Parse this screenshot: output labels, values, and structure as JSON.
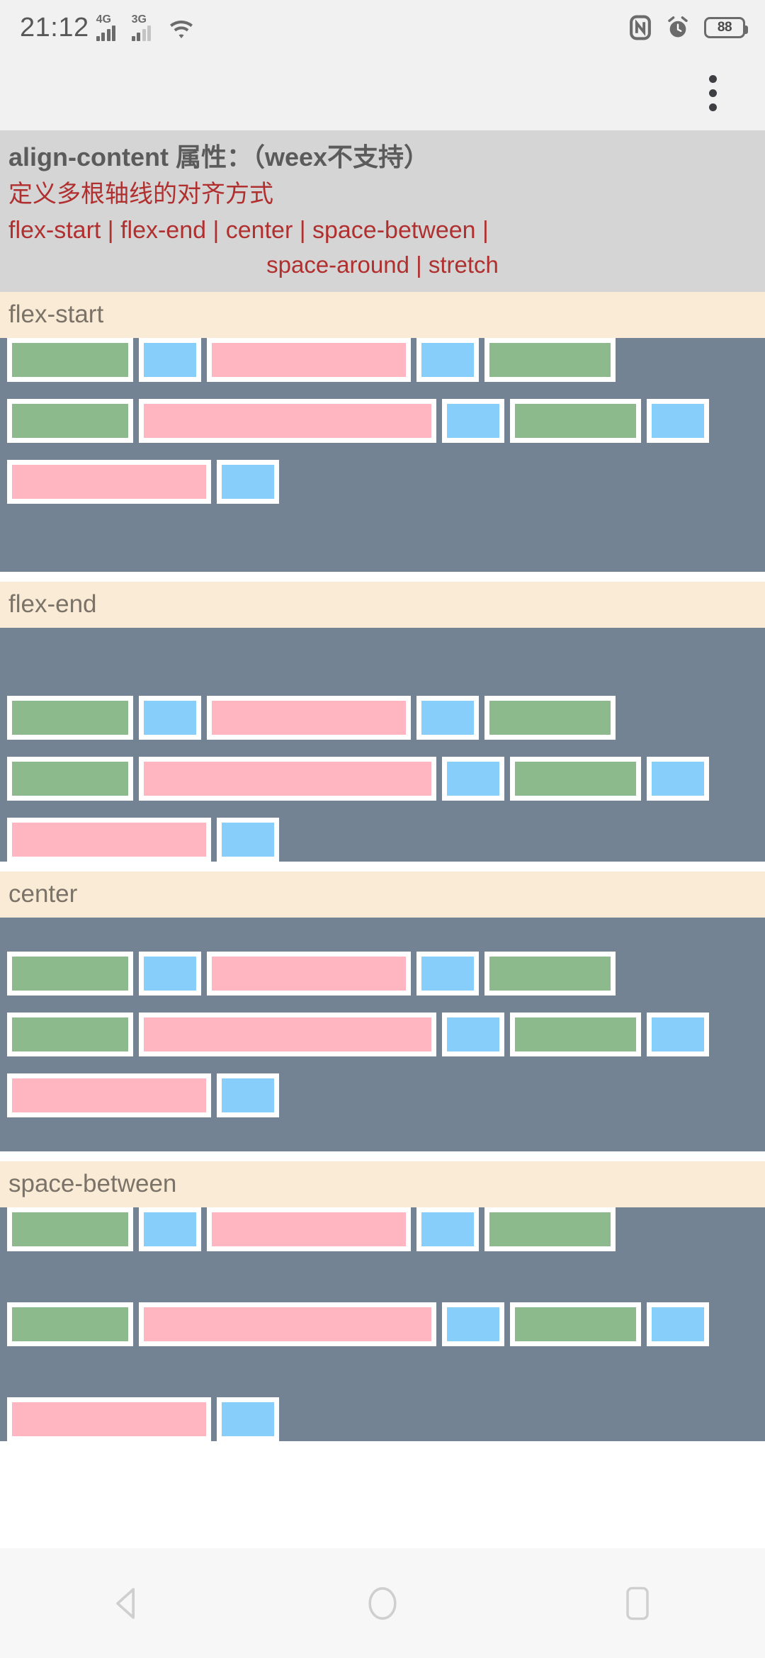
{
  "statusbar": {
    "time": "21:12",
    "signal_1_label": "4G",
    "signal_2_label": "3G",
    "wifi_icon": "wifi-icon",
    "nfc_icon": "nfc-icon",
    "alarm_icon": "alarm-clock-icon",
    "battery_level": "88"
  },
  "appbar": {
    "overflow_icon": "kebab-menu-icon"
  },
  "intro": {
    "title": "align-content 属性：（weex不支持）",
    "description": "定义多根轴线的对齐方式",
    "values_line1": "flex-start | flex-end | center | space-between |",
    "values_line2": "space-around | stretch"
  },
  "colors": {
    "container_bg": "#738393",
    "section_label_bg": "#faebd7",
    "intro_bg": "#d5d5d5",
    "green": "#8cba8c",
    "blue": "#87cefa",
    "pink": "#ffb6c1",
    "cell_border": "#ffffff",
    "accent_red": "#b03030"
  },
  "sections": [
    {
      "label": "flex-start",
      "align_content": "flex-start",
      "rows": [
        [
          {
            "color": "green",
            "w": "w-lg"
          },
          {
            "color": "blue",
            "w": "w-sm"
          },
          {
            "color": "pink",
            "w": "w-xl"
          },
          {
            "color": "blue",
            "w": "w-sm"
          },
          {
            "color": "green",
            "w": "w-md"
          }
        ],
        [
          {
            "color": "green",
            "w": "w-lg"
          },
          {
            "color": "pink",
            "w": "w-xxl"
          },
          {
            "color": "blue",
            "w": "w-sm"
          },
          {
            "color": "green",
            "w": "w-md"
          },
          {
            "color": "blue",
            "w": "w-sm"
          }
        ],
        [
          {
            "color": "pink",
            "w": "w-p3"
          },
          {
            "color": "blue",
            "w": "w-sm"
          }
        ]
      ]
    },
    {
      "label": "flex-end",
      "align_content": "flex-end",
      "rows": [
        [
          {
            "color": "green",
            "w": "w-lg"
          },
          {
            "color": "blue",
            "w": "w-sm"
          },
          {
            "color": "pink",
            "w": "w-xl"
          },
          {
            "color": "blue",
            "w": "w-sm"
          },
          {
            "color": "green",
            "w": "w-md"
          }
        ],
        [
          {
            "color": "green",
            "w": "w-lg"
          },
          {
            "color": "pink",
            "w": "w-xxl"
          },
          {
            "color": "blue",
            "w": "w-sm"
          },
          {
            "color": "green",
            "w": "w-md"
          },
          {
            "color": "blue",
            "w": "w-sm"
          }
        ],
        [
          {
            "color": "pink",
            "w": "w-p3"
          },
          {
            "color": "blue",
            "w": "w-sm"
          }
        ]
      ]
    },
    {
      "label": "center",
      "align_content": "center",
      "rows": [
        [
          {
            "color": "green",
            "w": "w-lg"
          },
          {
            "color": "blue",
            "w": "w-sm"
          },
          {
            "color": "pink",
            "w": "w-xl"
          },
          {
            "color": "blue",
            "w": "w-sm"
          },
          {
            "color": "green",
            "w": "w-md"
          }
        ],
        [
          {
            "color": "green",
            "w": "w-lg"
          },
          {
            "color": "pink",
            "w": "w-xxl"
          },
          {
            "color": "blue",
            "w": "w-sm"
          },
          {
            "color": "green",
            "w": "w-md"
          },
          {
            "color": "blue",
            "w": "w-sm"
          }
        ],
        [
          {
            "color": "pink",
            "w": "w-p3"
          },
          {
            "color": "blue",
            "w": "w-sm"
          }
        ]
      ]
    },
    {
      "label": "space-between",
      "align_content": "space-between",
      "rows": [
        [
          {
            "color": "green",
            "w": "w-lg"
          },
          {
            "color": "blue",
            "w": "w-sm"
          },
          {
            "color": "pink",
            "w": "w-xl"
          },
          {
            "color": "blue",
            "w": "w-sm"
          },
          {
            "color": "green",
            "w": "w-md"
          }
        ],
        [
          {
            "color": "green",
            "w": "w-lg"
          },
          {
            "color": "pink",
            "w": "w-xxl"
          },
          {
            "color": "blue",
            "w": "w-sm"
          },
          {
            "color": "green",
            "w": "w-md"
          },
          {
            "color": "blue",
            "w": "w-sm"
          }
        ],
        [
          {
            "color": "pink",
            "w": "w-p3"
          },
          {
            "color": "blue",
            "w": "w-sm"
          }
        ]
      ]
    }
  ],
  "navbar": {
    "back_icon": "back-triangle-icon",
    "home_icon": "home-circle-icon",
    "recents_icon": "recents-square-icon"
  }
}
